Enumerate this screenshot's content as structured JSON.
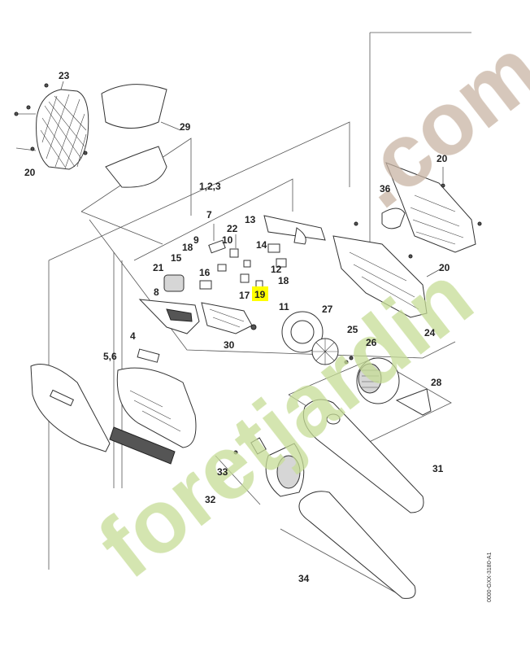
{
  "diagram": {
    "highlight_color": "#ffff00",
    "watermark": {
      "text_main": "foretjardin",
      "text_dot": ".com",
      "color_green": "#c6dc96",
      "color_orange": "#f5c78a",
      "color_brown": "#c9b5a4"
    },
    "drawing_code": "0000-GXX-3180-A1",
    "labels": {
      "p23": "23",
      "p29": "29",
      "p20a": "20",
      "p20b": "20",
      "p20c": "20",
      "p36": "36",
      "p123": "1,2,3",
      "p7": "7",
      "p9": "9",
      "p22": "22",
      "p13": "13",
      "p10": "10",
      "p14": "14",
      "p18a": "18",
      "p15": "15",
      "p16": "16",
      "p21": "21",
      "p12": "12",
      "p18b": "18",
      "p17": "17",
      "p19": "19",
      "p8": "8",
      "p11": "11",
      "p27": "27",
      "p25": "25",
      "p26": "26",
      "p24": "24",
      "p4": "4",
      "p56": "5,6",
      "p30": "30",
      "p28": "28",
      "p33": "33",
      "p31": "31",
      "p32": "32",
      "p34": "34"
    }
  }
}
